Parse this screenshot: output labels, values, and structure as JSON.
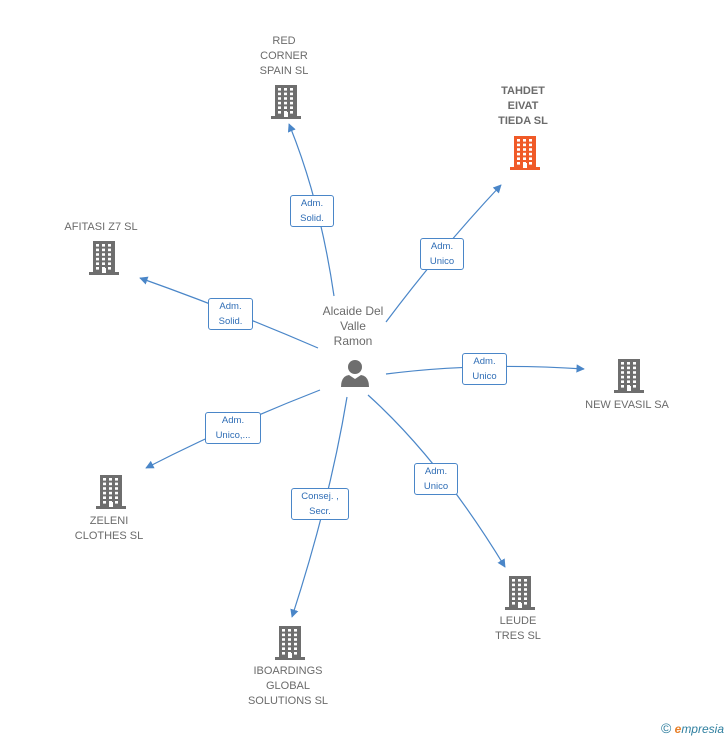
{
  "center": {
    "name": "Alcaide Del\nValle\nRamon",
    "icon": "person-icon"
  },
  "colors": {
    "edge": "#4a86c8",
    "company": "#6e6e6e",
    "highlight": "#f05a28"
  },
  "companies": [
    {
      "id": "red-corner",
      "name": "RED\nCORNER\nSPAIN  SL",
      "highlight": false,
      "role": "Adm.\nSolid."
    },
    {
      "id": "tahdet",
      "name": "TAHDET\nEIVAT\nTIEDA  SL",
      "highlight": true,
      "role": "Adm.\nUnico"
    },
    {
      "id": "afitasi",
      "name": "AFITASI Z7  SL",
      "highlight": false,
      "role": "Adm.\nSolid."
    },
    {
      "id": "new-evasil",
      "name": "NEW EVASIL SA",
      "highlight": false,
      "role": "Adm.\nUnico"
    },
    {
      "id": "zeleni",
      "name": "ZELENI\nCLOTHES  SL",
      "highlight": false,
      "role": "Adm.\nUnico,..."
    },
    {
      "id": "leude",
      "name": "LEUDE\nTRES SL",
      "highlight": false,
      "role": "Adm.\nUnico"
    },
    {
      "id": "iboardings",
      "name": "IBOARDINGS\nGLOBAL\nSOLUTIONS  SL",
      "highlight": false,
      "role": "Consej. ,\nSecr."
    }
  ],
  "footer": {
    "copyright": "©",
    "brand_e": "e",
    "brand_rest": "mpresia"
  }
}
